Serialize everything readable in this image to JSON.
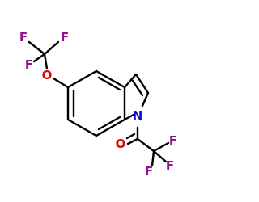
{
  "molecule": {
    "atoms": {
      "f_top_left": "F",
      "f_top_right": "F",
      "f_left": "F",
      "o_ether": "O",
      "n_indole": "N",
      "o_carbonyl": "O",
      "f_right_top": "F",
      "f_right_bottom": "F",
      "f_bottom": "F"
    }
  },
  "colors": {
    "fluorine": "#90108f",
    "oxygen": "#e00000",
    "nitrogen": "#1010d0",
    "bond": "#000000"
  }
}
